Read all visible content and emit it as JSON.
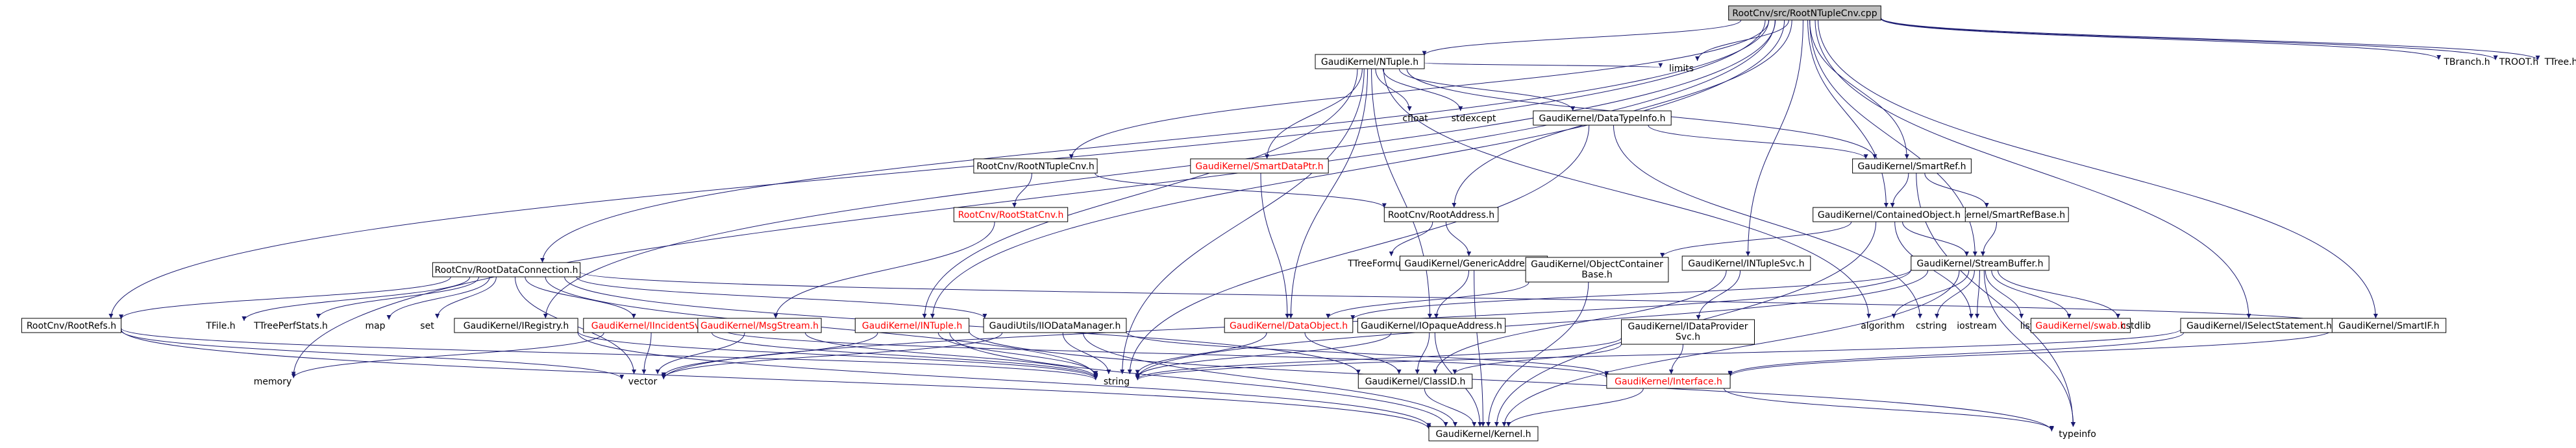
{
  "colors": {
    "edge": "#191970",
    "node_border": "#000000",
    "root_fill": "#bfbfbf",
    "text": "#000000",
    "red_text": "#ff0000",
    "background": "#ffffff"
  },
  "nodes": [
    {
      "id": "root",
      "label": "RootCnv/src/RootNTupleCnv.cpp",
      "style": "root"
    },
    {
      "id": "tbranch",
      "label": "TBranch.h",
      "style": "plain"
    },
    {
      "id": "troot",
      "label": "TROOT.h",
      "style": "plain"
    },
    {
      "id": "ttree",
      "label": "TTree.h",
      "style": "plain"
    },
    {
      "id": "gk_ntuple",
      "label": "GaudiKernel/NTuple.h",
      "style": "box"
    },
    {
      "id": "limits",
      "label": "limits",
      "style": "plain"
    },
    {
      "id": "cfloat",
      "label": "cfloat",
      "style": "plain"
    },
    {
      "id": "stdexcept",
      "label": "stdexcept",
      "style": "plain"
    },
    {
      "id": "gk_datatypeinfo",
      "label": "GaudiKernel/DataTypeInfo.h",
      "style": "box"
    },
    {
      "id": "gk_smartdataptr",
      "label": "GaudiKernel/SmartDataPtr.h",
      "style": "red"
    },
    {
      "id": "gk_smartref",
      "label": "GaudiKernel/SmartRef.h",
      "style": "box"
    },
    {
      "id": "rc_rootntuplecnv",
      "label": "RootCnv/RootNTupleCnv.h",
      "style": "box"
    },
    {
      "id": "rc_rootstatcnv",
      "label": "RootCnv/RootStatCnv.h",
      "style": "red"
    },
    {
      "id": "rc_rootaddress",
      "label": "RootCnv/RootAddress.h",
      "style": "box"
    },
    {
      "id": "gk_smartrefbase",
      "label": "GaudiKernel/SmartRefBase.h",
      "style": "box"
    },
    {
      "id": "gk_containedobject",
      "label": "GaudiKernel/ContainedObject.h",
      "style": "box"
    },
    {
      "id": "tformula",
      "label": "TTreeFormula.h",
      "style": "plain"
    },
    {
      "id": "gk_genericaddress",
      "label": "GaudiKernel/GenericAddress.h",
      "style": "box"
    },
    {
      "id": "gk_objectcontainerbase",
      "label": "GaudiKernel/ObjectContainer\nBase.h",
      "style": "box"
    },
    {
      "id": "gk_intuplesvc",
      "label": "GaudiKernel/INTupleSvc.h",
      "style": "box"
    },
    {
      "id": "gk_streambuffer",
      "label": "GaudiKernel/StreamBuffer.h",
      "style": "box"
    },
    {
      "id": "rc_rootdataconnection",
      "label": "RootCnv/RootDataConnection.h",
      "style": "box"
    },
    {
      "id": "rc_rootrefs",
      "label": "RootCnv/RootRefs.h",
      "style": "box"
    },
    {
      "id": "tfile",
      "label": "TFile.h",
      "style": "plain"
    },
    {
      "id": "ttreeperfstats",
      "label": "TTreePerfStats.h",
      "style": "plain"
    },
    {
      "id": "map",
      "label": "map",
      "style": "plain"
    },
    {
      "id": "set",
      "label": "set",
      "style": "plain"
    },
    {
      "id": "gk_iregistry",
      "label": "GaudiKernel/IRegistry.h",
      "style": "box"
    },
    {
      "id": "gk_iincidentsvc",
      "label": "GaudiKernel/IIncidentSvc.h",
      "style": "red"
    },
    {
      "id": "gk_msgstream",
      "label": "GaudiKernel/MsgStream.h",
      "style": "red"
    },
    {
      "id": "gk_intuple",
      "label": "GaudiKernel/INTuple.h",
      "style": "red"
    },
    {
      "id": "gu_iiodatamanager",
      "label": "GaudiUtils/IIODataManager.h",
      "style": "box"
    },
    {
      "id": "gk_dataobject",
      "label": "GaudiKernel/DataObject.h",
      "style": "red"
    },
    {
      "id": "gk_iopaqueaddress",
      "label": "GaudiKernel/IOpaqueAddress.h",
      "style": "box"
    },
    {
      "id": "gk_idataprovidersvc",
      "label": "GaudiKernel/IDataProvider\nSvc.h",
      "style": "box"
    },
    {
      "id": "algorithm",
      "label": "algorithm",
      "style": "plain"
    },
    {
      "id": "cstring",
      "label": "cstring",
      "style": "plain"
    },
    {
      "id": "iostream",
      "label": "iostream",
      "style": "plain"
    },
    {
      "id": "list",
      "label": "list",
      "style": "plain"
    },
    {
      "id": "gk_swab",
      "label": "GaudiKernel/swab.h",
      "style": "red"
    },
    {
      "id": "cstdlib",
      "label": "cstdlib",
      "style": "plain"
    },
    {
      "id": "gk_iselectstatement",
      "label": "GaudiKernel/ISelectStatement.h",
      "style": "box"
    },
    {
      "id": "gk_smartif",
      "label": "GaudiKernel/SmartIF.h",
      "style": "box"
    },
    {
      "id": "memory",
      "label": "memory",
      "style": "plain"
    },
    {
      "id": "vector",
      "label": "vector",
      "style": "plain"
    },
    {
      "id": "string",
      "label": "string",
      "style": "plain"
    },
    {
      "id": "gk_classid",
      "label": "GaudiKernel/ClassID.h",
      "style": "box"
    },
    {
      "id": "gk_interface",
      "label": "GaudiKernel/Interface.h",
      "style": "red"
    },
    {
      "id": "typeinfo",
      "label": "typeinfo",
      "style": "plain"
    },
    {
      "id": "gk_kernel",
      "label": "GaudiKernel/Kernel.h",
      "style": "box"
    }
  ],
  "edges": [
    [
      "root",
      "tbranch"
    ],
    [
      "root",
      "troot"
    ],
    [
      "root",
      "ttree"
    ],
    [
      "root",
      "gk_ntuple"
    ],
    [
      "root",
      "limits"
    ],
    [
      "root",
      "rc_rootntuplecnv"
    ],
    [
      "root",
      "rc_rootaddress"
    ],
    [
      "root",
      "gk_smartref"
    ],
    [
      "root",
      "gk_containedobject"
    ],
    [
      "root",
      "gk_intuplesvc"
    ],
    [
      "root",
      "gk_streambuffer"
    ],
    [
      "root",
      "rc_rootdataconnection"
    ],
    [
      "root",
      "rc_rootrefs"
    ],
    [
      "root",
      "gk_intuple"
    ],
    [
      "root",
      "gk_iselectstatement"
    ],
    [
      "root",
      "gk_smartif"
    ],
    [
      "root",
      "memory"
    ],
    [
      "root",
      "gk_iregistry"
    ],
    [
      "gk_ntuple",
      "limits"
    ],
    [
      "gk_ntuple",
      "cfloat"
    ],
    [
      "gk_ntuple",
      "stdexcept"
    ],
    [
      "gk_ntuple",
      "gk_datatypeinfo"
    ],
    [
      "gk_ntuple",
      "gk_smartdataptr"
    ],
    [
      "gk_ntuple",
      "gk_intuple"
    ],
    [
      "gk_ntuple",
      "gk_dataobject"
    ],
    [
      "gk_ntuple",
      "gk_iopaqueaddress"
    ],
    [
      "gk_ntuple",
      "string"
    ],
    [
      "gk_ntuple",
      "algorithm"
    ],
    [
      "gk_ntuple",
      "gk_smartref"
    ],
    [
      "gk_datatypeinfo",
      "string"
    ],
    [
      "gk_datatypeinfo",
      "cstring"
    ],
    [
      "gk_datatypeinfo",
      "gk_smartref"
    ],
    [
      "gk_smartdataptr",
      "gk_dataobject"
    ],
    [
      "gk_smartref",
      "gk_smartrefbase"
    ],
    [
      "gk_smartref",
      "gk_containedobject"
    ],
    [
      "gk_smartref",
      "typeinfo"
    ],
    [
      "gk_smartrefbase",
      "gk_streambuffer"
    ],
    [
      "gk_containedobject",
      "gk_streambuffer"
    ],
    [
      "gk_containedobject",
      "gk_objectcontainerbase"
    ],
    [
      "gk_containedobject",
      "gk_kernel"
    ],
    [
      "gk_containedobject",
      "iostream"
    ],
    [
      "rc_rootntuplecnv",
      "rc_rootstatcnv"
    ],
    [
      "rc_rootntuplecnv",
      "rc_rootaddress"
    ],
    [
      "rc_rootstatcnv",
      "gk_msgstream"
    ],
    [
      "rc_rootaddress",
      "tformula"
    ],
    [
      "rc_rootaddress",
      "gk_genericaddress"
    ],
    [
      "gk_genericaddress",
      "gk_iopaqueaddress"
    ],
    [
      "gk_genericaddress",
      "gk_kernel"
    ],
    [
      "gk_objectcontainerbase",
      "gk_dataobject"
    ],
    [
      "gk_objectcontainerbase",
      "gk_kernel"
    ],
    [
      "gk_intuplesvc",
      "gk_idataprovidersvc"
    ],
    [
      "gk_intuplesvc",
      "gk_classid"
    ],
    [
      "gk_idataprovidersvc",
      "string"
    ],
    [
      "gk_idataprovidersvc",
      "gk_classid"
    ],
    [
      "gk_idataprovidersvc",
      "gk_interface"
    ],
    [
      "gk_streambuffer",
      "algorithm"
    ],
    [
      "gk_streambuffer",
      "cstring"
    ],
    [
      "gk_streambuffer",
      "iostream"
    ],
    [
      "gk_streambuffer",
      "list"
    ],
    [
      "gk_streambuffer",
      "gk_swab"
    ],
    [
      "gk_streambuffer",
      "cstdlib"
    ],
    [
      "gk_streambuffer",
      "string"
    ],
    [
      "gk_streambuffer",
      "vector"
    ],
    [
      "gk_streambuffer",
      "typeinfo"
    ],
    [
      "gk_streambuffer",
      "gk_kernel"
    ],
    [
      "gk_streambuffer",
      "gk_dataobject"
    ],
    [
      "rc_rootdataconnection",
      "rc_rootrefs"
    ],
    [
      "rc_rootdataconnection",
      "tfile"
    ],
    [
      "rc_rootdataconnection",
      "ttreeperfstats"
    ],
    [
      "rc_rootdataconnection",
      "map"
    ],
    [
      "rc_rootdataconnection",
      "set"
    ],
    [
      "rc_rootdataconnection",
      "gk_iincidentsvc"
    ],
    [
      "rc_rootdataconnection",
      "gu_iiodatamanager"
    ],
    [
      "rc_rootdataconnection",
      "gk_smartif"
    ],
    [
      "rc_rootdataconnection",
      "string"
    ],
    [
      "rc_rootdataconnection",
      "vector"
    ],
    [
      "rc_rootdataconnection",
      "gk_classid"
    ],
    [
      "rc_rootrefs",
      "vector"
    ],
    [
      "rc_rootrefs",
      "string"
    ],
    [
      "rc_rootrefs",
      "gk_kernel"
    ],
    [
      "gk_iregistry",
      "string"
    ],
    [
      "gk_iregistry",
      "gk_kernel"
    ],
    [
      "gk_iincidentsvc",
      "memory"
    ],
    [
      "gk_iincidentsvc",
      "vector"
    ],
    [
      "gk_iincidentsvc",
      "string"
    ],
    [
      "gk_iincidentsvc",
      "gk_interface"
    ],
    [
      "gk_msgstream",
      "vector"
    ],
    [
      "gk_msgstream",
      "string"
    ],
    [
      "gk_intuple",
      "vector"
    ],
    [
      "gk_intuple",
      "string"
    ],
    [
      "gk_intuple",
      "gk_kernel"
    ],
    [
      "gk_intuple",
      "typeinfo"
    ],
    [
      "gu_iiodatamanager",
      "string"
    ],
    [
      "gu_iiodatamanager",
      "vector"
    ],
    [
      "gu_iiodatamanager",
      "gk_kernel"
    ],
    [
      "gu_iiodatamanager",
      "gk_interface"
    ],
    [
      "gk_dataobject",
      "string"
    ],
    [
      "gk_dataobject",
      "gk_classid"
    ],
    [
      "gk_iopaqueaddress",
      "string"
    ],
    [
      "gk_iopaqueaddress",
      "gk_classid"
    ],
    [
      "gk_iopaqueaddress",
      "gk_kernel"
    ],
    [
      "gk_iselectstatement",
      "string"
    ],
    [
      "gk_iselectstatement",
      "gk_interface"
    ],
    [
      "gk_smartif",
      "gk_interface"
    ],
    [
      "gk_classid",
      "gk_kernel"
    ],
    [
      "gk_interface",
      "gk_kernel"
    ],
    [
      "gk_interface",
      "typeinfo"
    ]
  ]
}
